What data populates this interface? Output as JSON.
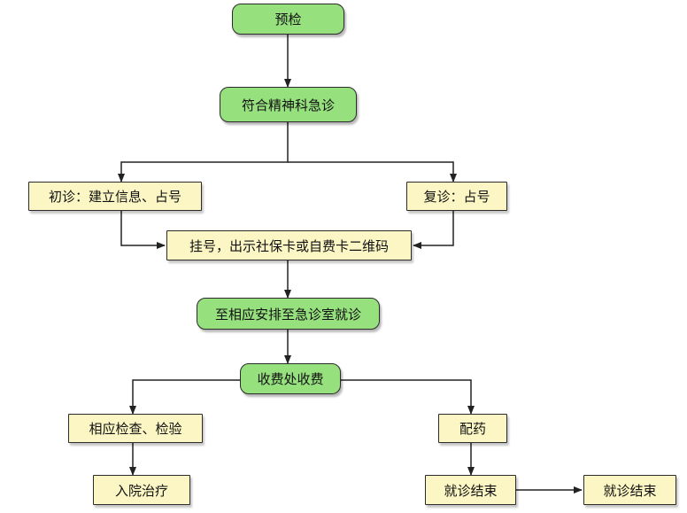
{
  "nodes": {
    "precheck": "预检",
    "psych_emergency": "符合精神科急诊",
    "first_visit": "初诊：建立信息、占号",
    "return_visit": "复诊：占号",
    "register": "挂号，出示社保卡或自费卡二维码",
    "go_to_room": "至相应安排至急诊室就诊",
    "cashier": "收费处收费",
    "exams": "相应检查、检验",
    "dispense": "配药",
    "admission": "入院治疗",
    "visit_end": "就诊结束",
    "visit_end_final": "就诊结束"
  },
  "colors": {
    "terminal_fill": "#96e07e",
    "process_fill": "#fbf6c4",
    "stroke": "#2b2b2b"
  }
}
